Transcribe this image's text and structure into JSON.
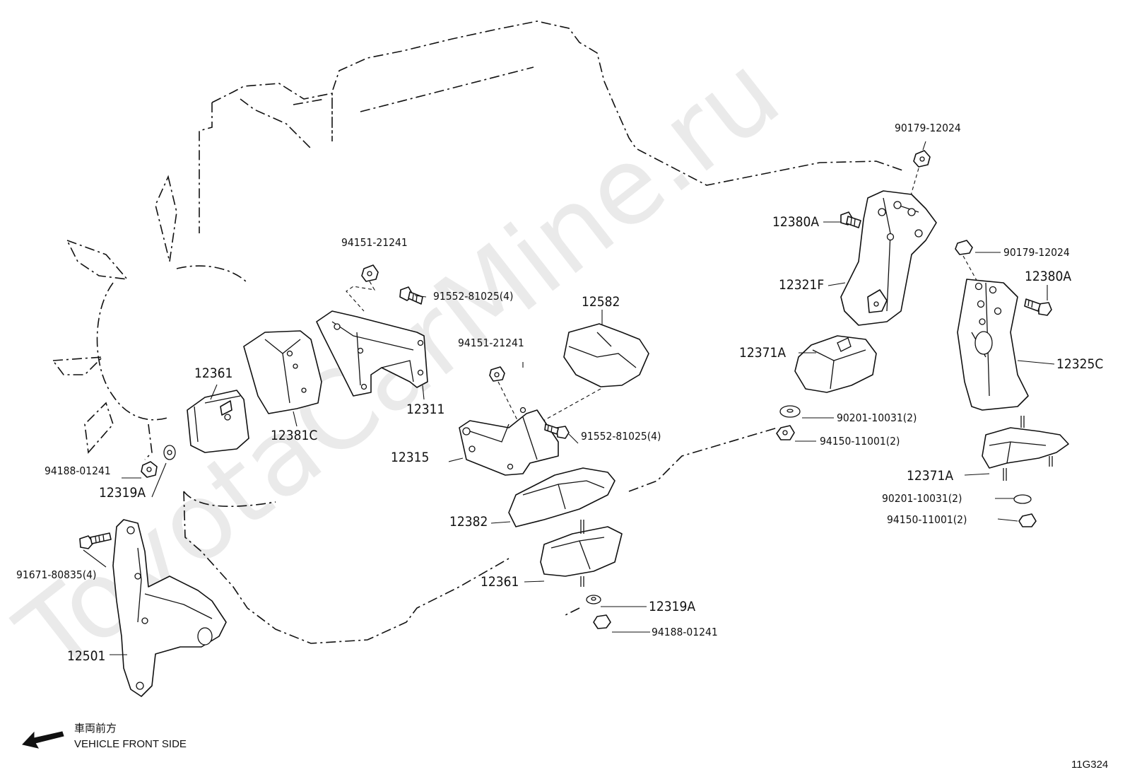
{
  "watermark": "ToyotaCarMine.ru",
  "diagram_code": "11G324",
  "direction": {
    "label_jp": "車両前方",
    "label_en": "VEHICLE FRONT SIDE"
  },
  "labels": {
    "p_94151_a": "94151-21241",
    "p_91552_a": "91552-81025(4)",
    "p_12582": "12582",
    "p_94151_b": "94151-21241",
    "p_12361_a": "12361",
    "p_12311": "12311",
    "p_12381c": "12381C",
    "p_12315": "12315",
    "p_91552_b": "91552-81025(4)",
    "p_94188_a": "94188-01241",
    "p_12319a_a": "12319A",
    "p_12382": "12382",
    "p_91671": "91671-80835(4)",
    "p_12361_b": "12361",
    "p_12319a_b": "12319A",
    "p_94188_b": "94188-01241",
    "p_12501": "12501",
    "p_90179_a": "90179-12024",
    "p_12380a_a": "12380A",
    "p_90179_b": "90179-12024",
    "p_12380a_b": "12380A",
    "p_12321f": "12321F",
    "p_12371a_a": "12371A",
    "p_12325c": "12325C",
    "p_90201_a": "90201-10031(2)",
    "p_94150_a": "94150-11001(2)",
    "p_12371a_b": "12371A",
    "p_90201_b": "90201-10031(2)",
    "p_94150_b": "94150-11001(2)"
  }
}
